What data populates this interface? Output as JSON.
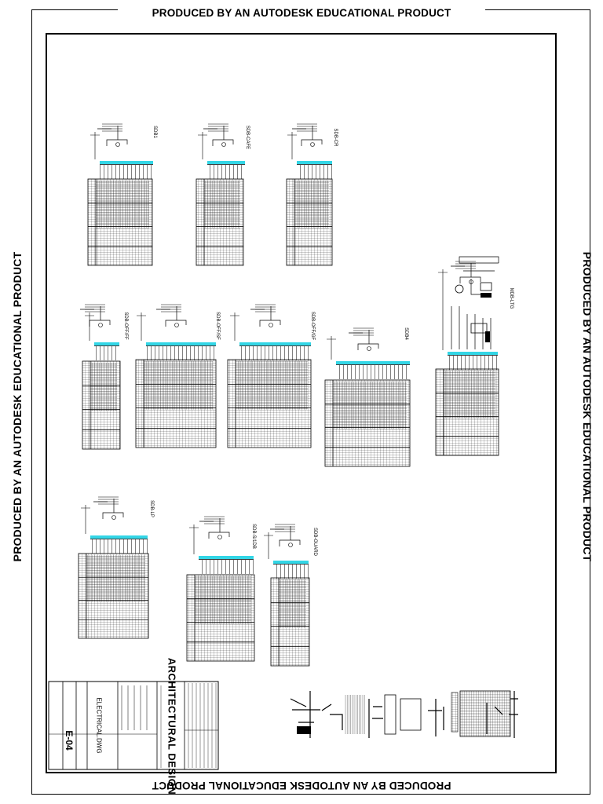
{
  "watermark": {
    "text": "PRODUCED BY AN AUTODESK EDUCATIONAL PRODUCT"
  },
  "panels": [
    {
      "id": "sdb1",
      "tag": "SDB1"
    },
    {
      "id": "sdb-cafe",
      "tag": "SDB-CAFE"
    },
    {
      "id": "sdb-cr",
      "tag": "SDB-CR"
    },
    {
      "id": "sdb-offf",
      "tag": "SDB-OFF/FF"
    },
    {
      "id": "sdb-offsf",
      "tag": "SDB-OFF/SF"
    },
    {
      "id": "sdb-offgf",
      "tag": "SDB-OFF/GF"
    },
    {
      "id": "sdb4",
      "tag": "SDB4"
    },
    {
      "id": "mdb",
      "tag": "MDB-LTG"
    },
    {
      "id": "sdb-lp",
      "tag": "SDB-LP"
    },
    {
      "id": "sdb-s",
      "tag": "SDB-S/1DB"
    },
    {
      "id": "sdb-guard",
      "tag": "SDB-GUARD"
    }
  ],
  "title_block": {
    "firm": "ARCHITECTURAL DESIGN",
    "drawing_name": "ELECTRICAL.DWG",
    "sheet_no": "E-04"
  },
  "colors": {
    "line": "#000000",
    "busbar": "#33d6e6"
  }
}
